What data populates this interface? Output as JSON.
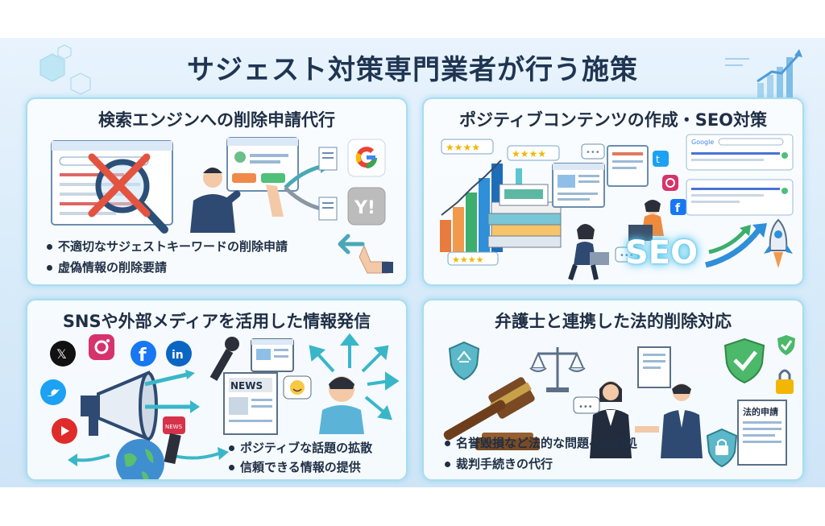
{
  "title": "サジェスト対策専門業者が行う施策",
  "panels": [
    {
      "title": "検索エンジンへの削除申請代行",
      "bullets": [
        "不適切なサジェストキーワードの削除申請",
        "虚偽情報の削除要請"
      ],
      "icons": [
        "search-window-icon",
        "magnifier-icon",
        "operator-icon",
        "google-icon",
        "yahoo-icon",
        "pointing-hand-icon"
      ]
    },
    {
      "title": "ポジティブコンテンツの作成・SEO対策",
      "seo_text": "SEO",
      "google_logo": "Google",
      "icons": [
        "bar-chart-icon",
        "documents-stack-icon",
        "rating-stars-icon",
        "twitter-icon",
        "instagram-icon",
        "facebook-icon",
        "rocket-icon"
      ]
    },
    {
      "title": "SNSや外部メディアを活用した情報発信",
      "news_label": "NEWS",
      "x_label": "𝕏",
      "fb_label": "f",
      "in_label": "in",
      "bullets": [
        "ポジティブな話題の拡散",
        "信頼できる情報の提供"
      ],
      "icons": [
        "megaphone-icon",
        "x-icon",
        "instagram-icon",
        "facebook-icon",
        "linkedin-icon",
        "twitter-icon",
        "youtube-icon",
        "globe-icon",
        "microphone-icon",
        "newspaper-icon"
      ]
    },
    {
      "title": "弁護士と連携した法的削除対応",
      "doc_label": "法的申請",
      "bullets": [
        "名誉毀損など法的な問題への対処",
        "裁判手続きの代行"
      ],
      "icons": [
        "shield-icon",
        "gavel-icon",
        "scales-icon",
        "lawyers-icon",
        "lock-icon"
      ]
    }
  ],
  "colors": {
    "accent_teal": "#39b7c9",
    "navy": "#1f3552",
    "google_blue": "#4285f4",
    "google_red": "#ea4335",
    "google_yellow": "#fbbc05",
    "google_green": "#34a853"
  }
}
